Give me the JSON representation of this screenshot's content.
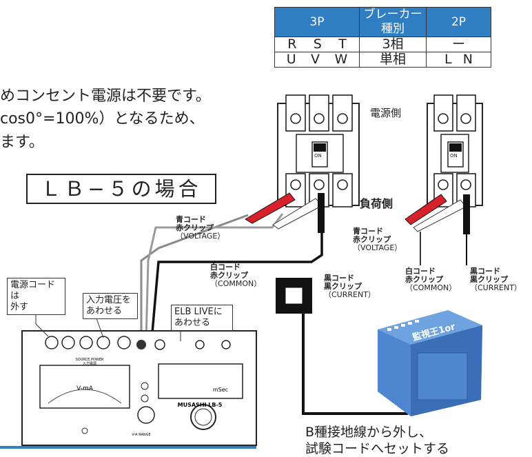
{
  "phase_table": {
    "headers": {
      "three_p": "3P",
      "breaker_type": "ブレーカー種別",
      "two_p": "2P"
    },
    "rows": [
      {
        "three_p": [
          "R",
          "S",
          "T"
        ],
        "type": "3相",
        "two_p": "ー"
      },
      {
        "three_p": [
          "U",
          "V",
          "W"
        ],
        "type": "単相",
        "two_p": [
          "L",
          "N"
        ]
      }
    ]
  },
  "intro_lines": [
    "めコンセント電源は不要です。",
    "cos0°=100%）となるため、",
    "ます。"
  ],
  "diagram_title": "ＬＢ−５の場合",
  "breaker_labels": {
    "source_side": "電源側",
    "load_side": "負荷側",
    "on": "ON"
  },
  "leads_left": {
    "blue": {
      "line1": "青コード",
      "line2": "赤クリップ",
      "line3": "（VOLTAGE）"
    },
    "white": {
      "line1": "白コード",
      "line2": "赤クリップ",
      "line3": "（COMMON）"
    },
    "black": {
      "line1": "黒コード",
      "line2": "黒クリップ",
      "line3": "（CURRENT）"
    }
  },
  "leads_right": {
    "blue": {
      "line1": "青コード",
      "line2": "赤クリップ",
      "line3": "（VOLTAGE）"
    },
    "white": {
      "line1": "白コード",
      "line2": "赤クリップ",
      "line3": "（COMMON）"
    },
    "black": {
      "line1": "黒コード",
      "line2": "黒クリップ",
      "line3": "（CURRENT）"
    }
  },
  "callouts": {
    "power_cord": {
      "line1": "電源コードは",
      "line2": "外す"
    },
    "input_voltage": {
      "line1": "入力電圧を",
      "line2": "あわせる"
    },
    "elb_live": {
      "line1": "ELB LIVEに",
      "line2": "あわせる"
    }
  },
  "tester": {
    "model": "MUSASHI LB-5",
    "source_power": "SOURCE POWER",
    "source_power_jp": "入力電源",
    "meter": "V-mA",
    "msec": "mSec",
    "range": "V-A RANGE"
  },
  "device_logo": "監視王1or",
  "ground_note": {
    "line1": "B種接地線から外し、",
    "line2": "試験コードへセットする"
  },
  "colors": {
    "accent_blue": "#2f7dc3",
    "red_clip": "#d8202a",
    "device_blue": "#4f86cf"
  }
}
